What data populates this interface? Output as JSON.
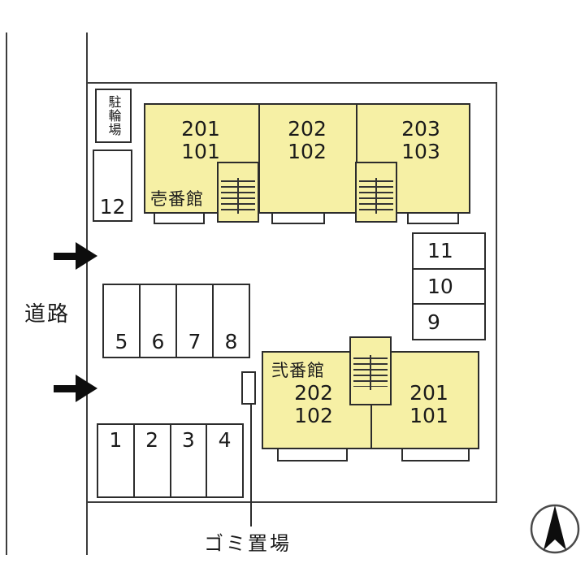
{
  "site": {
    "road_label": "道路",
    "bike_parking_label": "駐輪場",
    "garbage_label": "ゴミ置場"
  },
  "building1": {
    "name": "壱番館",
    "units": [
      {
        "upper": "201",
        "lower": "101"
      },
      {
        "upper": "202",
        "lower": "102"
      },
      {
        "upper": "203",
        "lower": "103"
      }
    ]
  },
  "building2": {
    "name": "弐番館",
    "units": [
      {
        "upper": "202",
        "lower": "102"
      },
      {
        "upper": "201",
        "lower": "101"
      }
    ]
  },
  "parking": {
    "space_12": "12",
    "right_column": [
      "11",
      "10",
      "9"
    ],
    "middle_row": [
      "5",
      "6",
      "7",
      "8"
    ],
    "bottom_row": [
      "1",
      "2",
      "3",
      "4"
    ]
  },
  "colors": {
    "building_fill": "#f6f0a5",
    "line": "#2c2c2c"
  }
}
